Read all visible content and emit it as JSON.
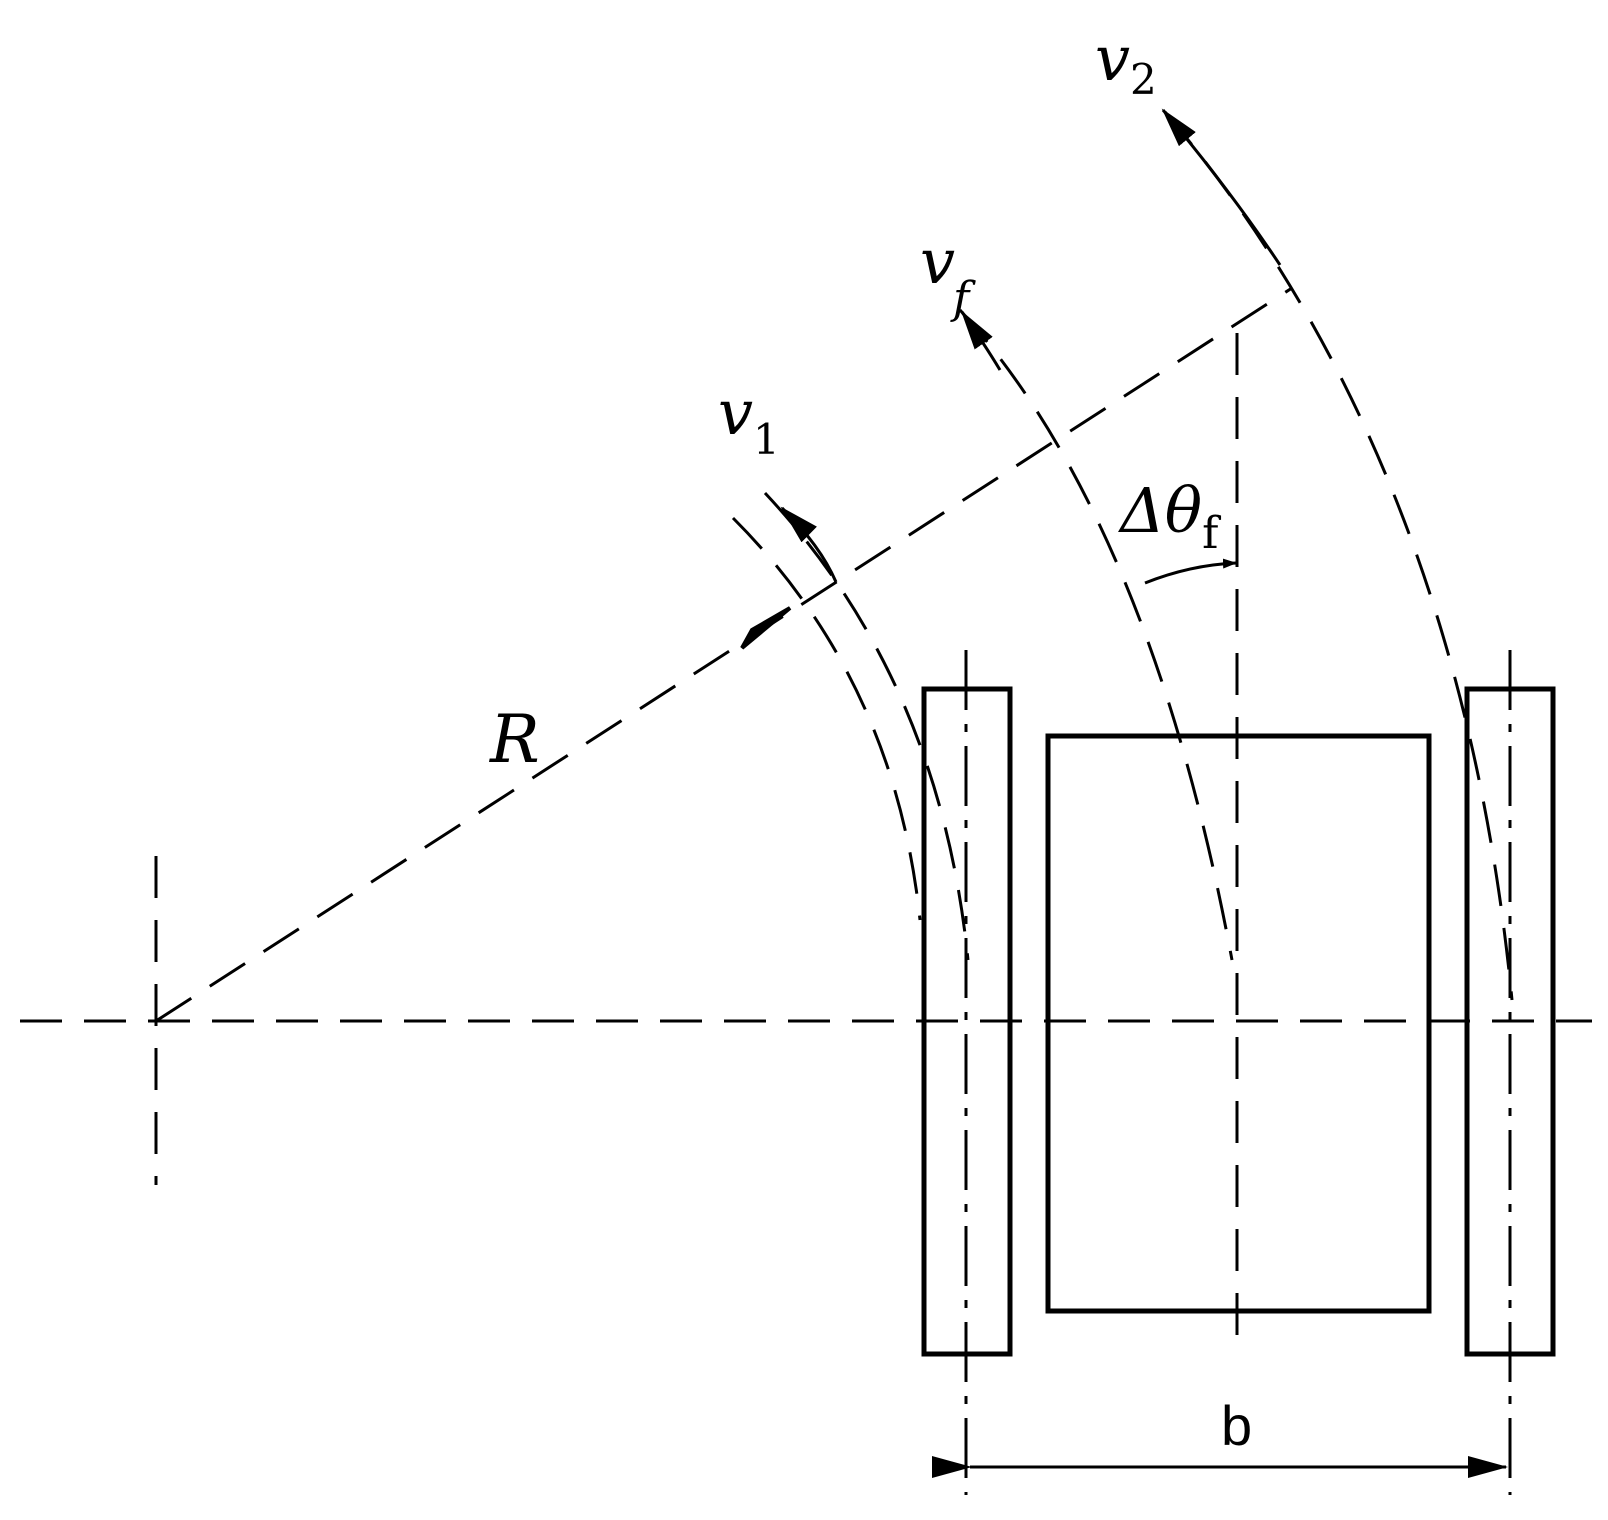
{
  "labels": {
    "v2": "v",
    "v2_sub": "2",
    "vf": "v",
    "vf_sub": "f",
    "v1": "v",
    "v1_sub": "1",
    "dtheta": "Δθ",
    "dtheta_sub": "f",
    "R": "R",
    "b": "b"
  }
}
